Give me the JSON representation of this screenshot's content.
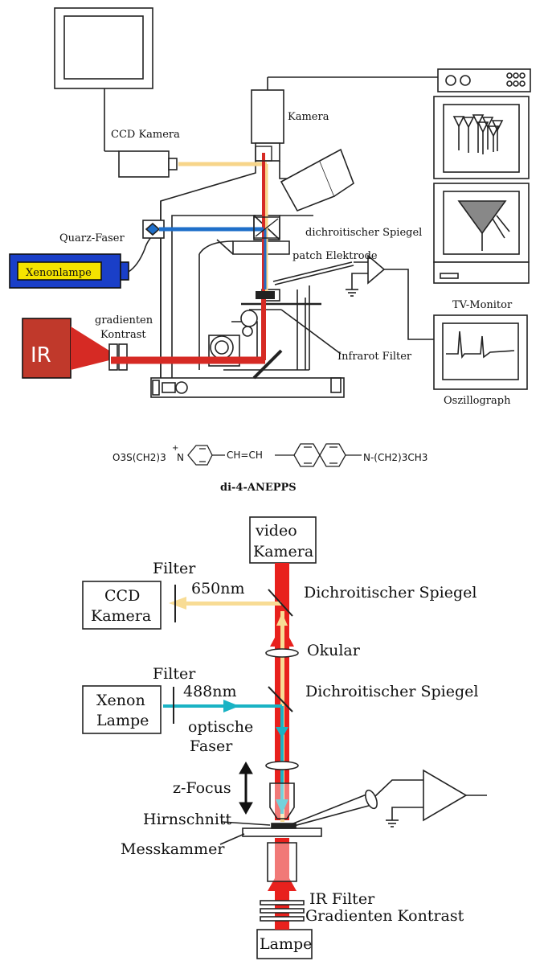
{
  "top_setup": {
    "labels": {
      "ccd_camera": "CCD Kamera",
      "camera": "Kamera",
      "dichroic_mirror": "dichroitischer Spiegel",
      "quartz_fiber": "Quarz-Faser",
      "xenon_lamp": "Xenonlampe",
      "patch_electrode": "patch Elektrode",
      "tv_monitor": "TV-Monitor",
      "gradient_contrast_1": "gradienten",
      "gradient_contrast_2": "Kontrast",
      "ir": "IR",
      "infrared_filter": "Infrarot Filter",
      "oscilloscope": "Oszillograph"
    },
    "colors": {
      "ir_light": "#d62a24",
      "ir_box": "#c0392b",
      "fluorescence": "#f7d58a",
      "excitation_blue": "#1f6fc9",
      "xenon_box_bg": "#1a3fc8",
      "xenon_label_bg": "#f5e300"
    }
  },
  "molecule": {
    "left_group": "O3S(CH2)3",
    "charge": "+",
    "nitrogen": "N",
    "bridge": "CH=CH",
    "right_group": "N-(CH2)3CH3",
    "name": "di-4-ANEPPS"
  },
  "bottom_schematic": {
    "labels": {
      "video_camera_1": "video",
      "video_camera_2": "Kamera",
      "filter_top": "Filter",
      "wavelength_650": "650nm",
      "ccd_1": "CCD",
      "ccd_2": "Kamera",
      "dichroic_1": "Dichroitischer Spiegel",
      "ocular": "Okular",
      "filter_mid": "Filter",
      "wavelength_488": "488nm",
      "xenon_1": "Xenon",
      "xenon_2": "Lampe",
      "dichroic_2": "Dichroitischer Spiegel",
      "optical_fiber_1": "optische",
      "optical_fiber_2": "Faser",
      "z_focus": "z-Focus",
      "brain_slice": "Hirnschnitt",
      "chamber": "Messkammer",
      "ir_filter": "IR Filter",
      "gradient_contrast": "Gradienten Kontrast",
      "lamp": "Lampe"
    },
    "colors": {
      "ir_beam": "#e8211d",
      "emission_yellow": "#f8dc95",
      "excitation_cyan": "#1ab3c4"
    }
  }
}
